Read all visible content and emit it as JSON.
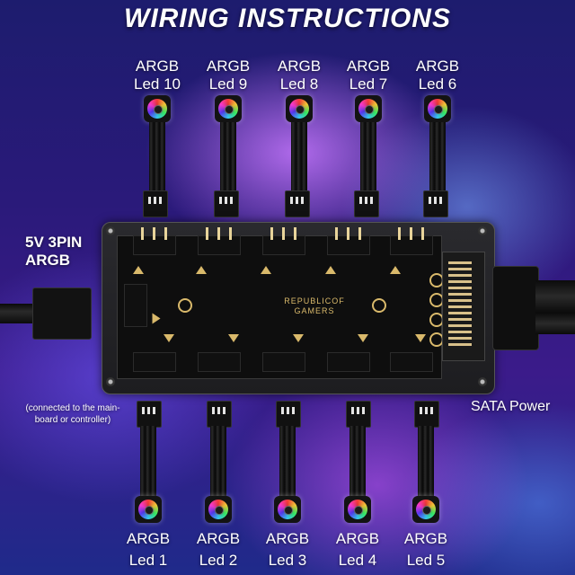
{
  "title": "WIRING INSTRUCTIONS",
  "top_leds": [
    {
      "line1": "ARGB",
      "line2": "Led 10"
    },
    {
      "line1": "ARGB",
      "line2": "Led 9"
    },
    {
      "line1": "ARGB",
      "line2": "Led 8"
    },
    {
      "line1": "ARGB",
      "line2": "Led 7"
    },
    {
      "line1": "ARGB",
      "line2": "Led 6"
    }
  ],
  "bottom_leds": [
    {
      "line1": "ARGB",
      "line2": "Led 1"
    },
    {
      "line1": "ARGB",
      "line2": "Led 2"
    },
    {
      "line1": "ARGB",
      "line2": "Led 3"
    },
    {
      "line1": "ARGB",
      "line2": "Led 4"
    },
    {
      "line1": "ARGB",
      "line2": "Led 5"
    }
  ],
  "input_label": {
    "line1": "5V 3PIN",
    "line2": "ARGB"
  },
  "input_note": {
    "line1": "(connected to the main-",
    "line2": "board or controller)"
  },
  "sata_label": "SATA Power",
  "brand": {
    "line1": "REPUBLICOF",
    "line2": "GAMERS"
  },
  "colors": {
    "accent_gold": "#d9b96b",
    "text": "#ffffff"
  }
}
